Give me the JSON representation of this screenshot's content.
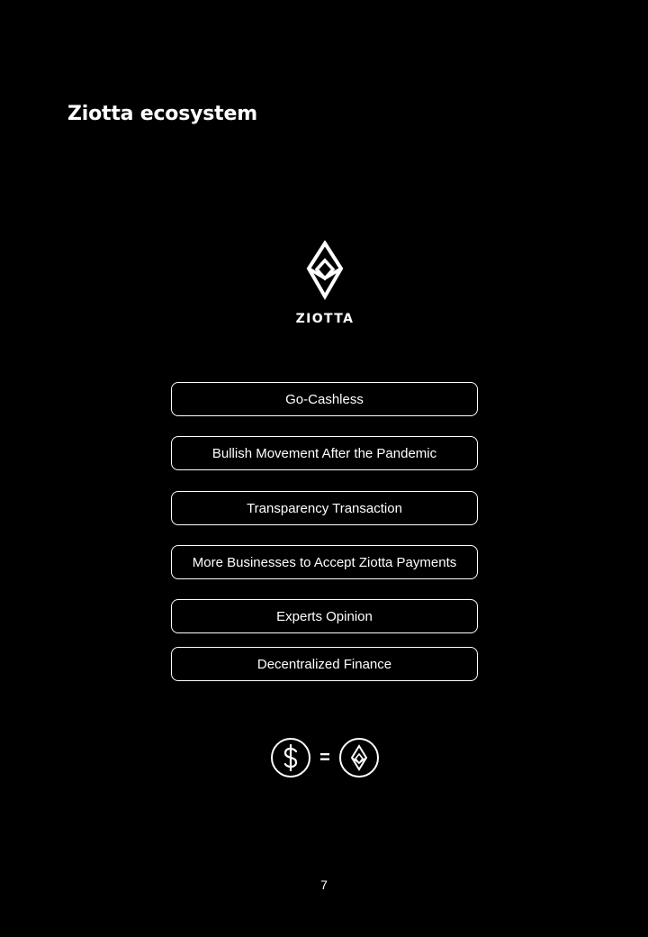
{
  "page": {
    "title": "Ziotta ecosystem",
    "page_number": "7"
  },
  "logo": {
    "wordmark": "ZIOTTA",
    "icon": "ziotta-diamond-icon"
  },
  "topics": [
    {
      "label": "Go-Cashless"
    },
    {
      "label": "Bullish Movement After the Pandemic"
    },
    {
      "label": "Transparency Transaction"
    },
    {
      "label": "More Businesses to Accept Ziotta Payments"
    },
    {
      "label": "Experts Opinion"
    },
    {
      "label": "Decentralized Finance"
    }
  ],
  "equation": {
    "left_icon": "dollar-circle-icon",
    "symbol": "=",
    "right_icon": "ziotta-coin-icon"
  },
  "colors": {
    "background": "#000000",
    "foreground": "#ffffff"
  }
}
